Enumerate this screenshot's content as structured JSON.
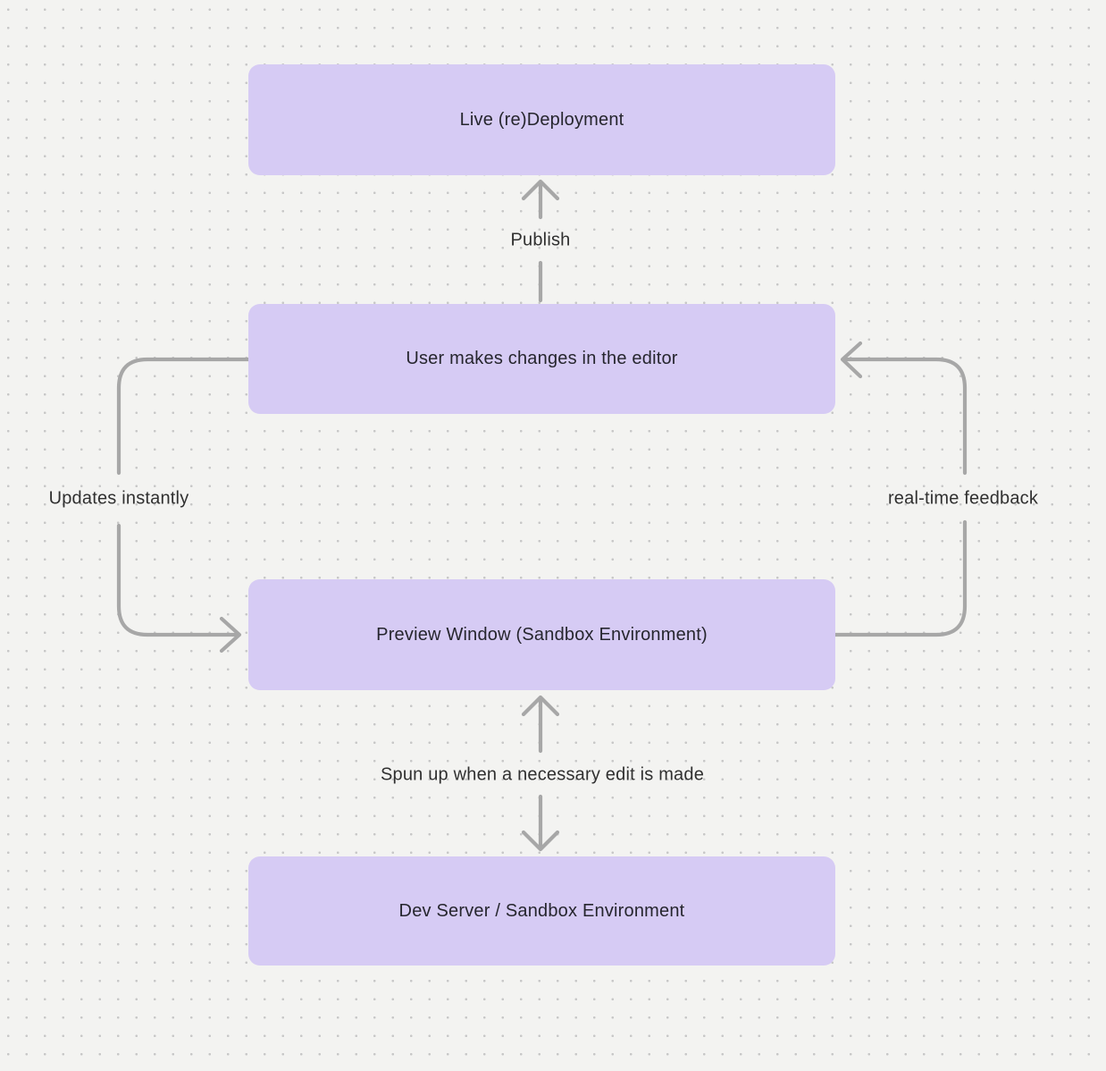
{
  "colors": {
    "canvas_bg": "#f3f3f1",
    "grid_dot": "#c7c7c7",
    "node_fill": "#d6cbf4",
    "node_text": "#26262e",
    "arrow_stroke": "#a7a7a7",
    "edge_label_text": "#303030"
  },
  "nodes": [
    {
      "id": "live-redeployment",
      "label": "Live (re)Deployment"
    },
    {
      "id": "user-editor",
      "label": "User makes changes in the editor"
    },
    {
      "id": "preview-window",
      "label": "Preview Window (Sandbox Environment)"
    },
    {
      "id": "dev-server",
      "label": "Dev Server / Sandbox Environment"
    }
  ],
  "edges": [
    {
      "id": "publish",
      "label": "Publish",
      "from": "user-editor",
      "to": "live-redeployment",
      "direction": "up"
    },
    {
      "id": "updates-instantly",
      "label": "Updates instantly",
      "from": "user-editor",
      "to": "preview-window",
      "direction": "left-loop"
    },
    {
      "id": "realtime-feedback",
      "label": "real-time feedback",
      "from": "preview-window",
      "to": "user-editor",
      "direction": "right-loop"
    },
    {
      "id": "spun-up",
      "label": "Spun up when a necessary edit is made",
      "from": "dev-server",
      "to": "preview-window",
      "direction": "both"
    }
  ]
}
